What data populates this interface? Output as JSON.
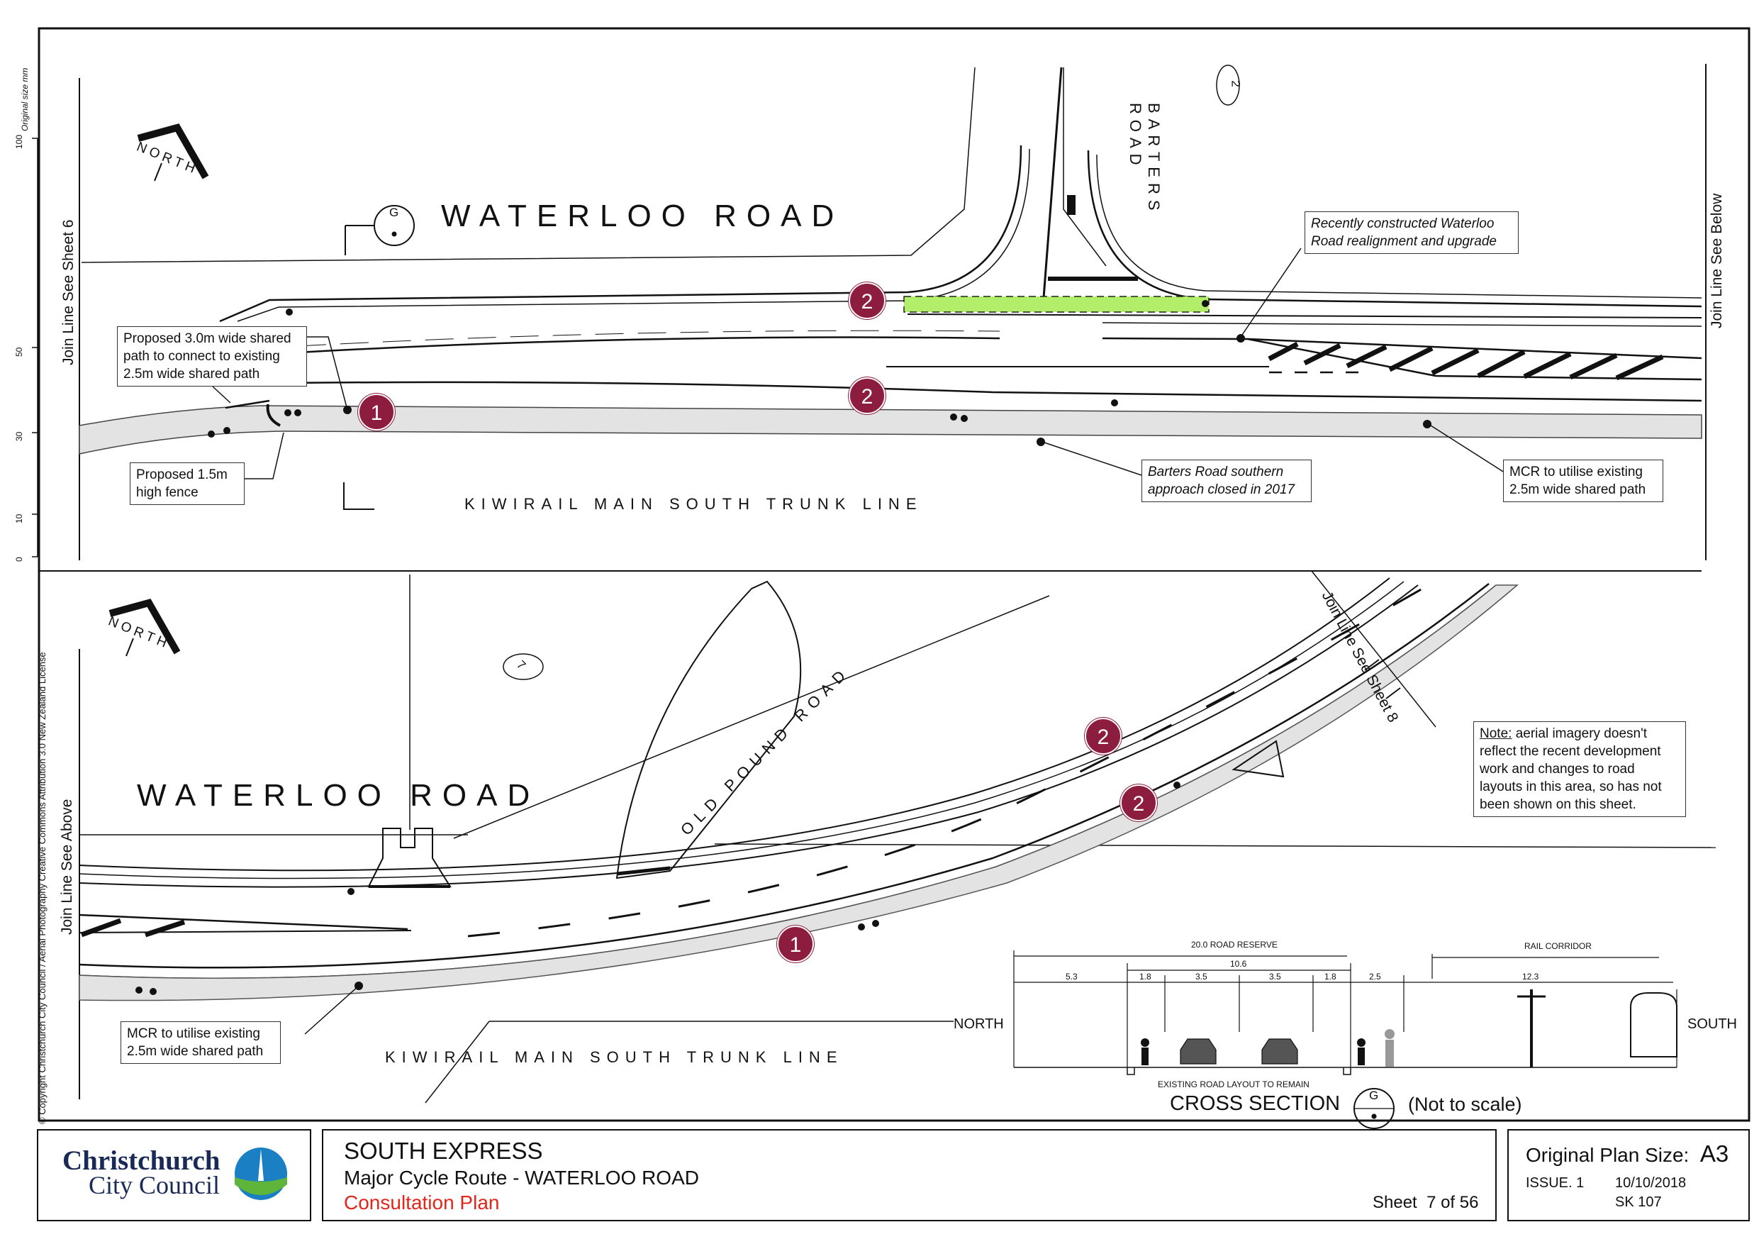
{
  "top_panel": {
    "road_name": "WATERLOO ROAD",
    "side_road_line1": "BARTERS",
    "side_road_line2": "ROAD",
    "rail_label": "KIWIRAIL MAIN SOUTH TRUNK LINE",
    "north_label": "NORTH",
    "join_left": "Join Line See Sheet 6",
    "join_right": "Join Line See Below",
    "section_ref": "G",
    "map_ref": "2",
    "markers": [
      "2",
      "2",
      "1"
    ],
    "callouts": {
      "shared_path": "Proposed 3.0m wide shared path to connect to existing 2.5m wide shared path",
      "fence": "Proposed 1.5m high fence",
      "realignment": "Recently constructed Waterloo Road realignment and upgrade",
      "barters_closed": "Barters Road southern approach closed in 2017",
      "mcr_existing": "MCR to utilise existing 2.5m wide shared path"
    }
  },
  "bottom_panel": {
    "road_name": "WATERLOO ROAD",
    "side_road": "OLD POUND ROAD",
    "rail_label": "KIWIRAIL MAIN SOUTH TRUNK LINE",
    "north_label": "NORTH",
    "join_left": "Join Line See Above",
    "join_right": "Join Line See Sheet 8",
    "map_ref": "7",
    "markers": [
      "2",
      "2",
      "1"
    ],
    "callouts": {
      "mcr_existing": "MCR to utilise existing 2.5m wide shared path"
    },
    "note_heading": "Note:",
    "note_body": "aerial imagery doesn't reflect the recent development work and changes to road layouts in this area, so has not been shown on this sheet."
  },
  "cross_section": {
    "road_reserve": "20.0 ROAD RESERVE",
    "rail_corridor": "RAIL CORRIDOR",
    "total_width": "10.6",
    "dims": [
      "5.3",
      "1.8",
      "3.5",
      "3.5",
      "1.8",
      "2.5",
      "12.3"
    ],
    "north": "NORTH",
    "south": "SOUTH",
    "remain_note": "EXISTING ROAD LAYOUT TO REMAIN",
    "title": "CROSS SECTION",
    "ref": "G",
    "scale_note": "(Not to scale)"
  },
  "margin": {
    "scale_caption": "Original size mm",
    "scale_ticks": [
      "100",
      "50",
      "30",
      "10",
      "0"
    ],
    "copyright": "© Copyright Christchurch City Council   / Aerial Photography Creative Commons Attribution 3.0 New Zealand License"
  },
  "title_block": {
    "logo_line1": "Christchurch",
    "logo_line2": "City Council",
    "project": "SOUTH EXPRESS",
    "subtitle": "Major Cycle Route - WATERLOO ROAD",
    "plan_type": "Consultation Plan",
    "sheet_label": "Sheet",
    "sheet_value": "7 of 56",
    "plan_size_label": "Original Plan Size:",
    "plan_size_value": "A3",
    "issue": "ISSUE. 1",
    "date": "10/10/2018",
    "drawing_no": "SK 107"
  },
  "colors": {
    "marker": "#8c1d3e",
    "highlight": "#b2ee6a",
    "shared_path": "#e3e3e3",
    "plan_type": "#e1261c",
    "logo_blue": "#1b7fc3",
    "logo_green": "#5fb43a"
  }
}
